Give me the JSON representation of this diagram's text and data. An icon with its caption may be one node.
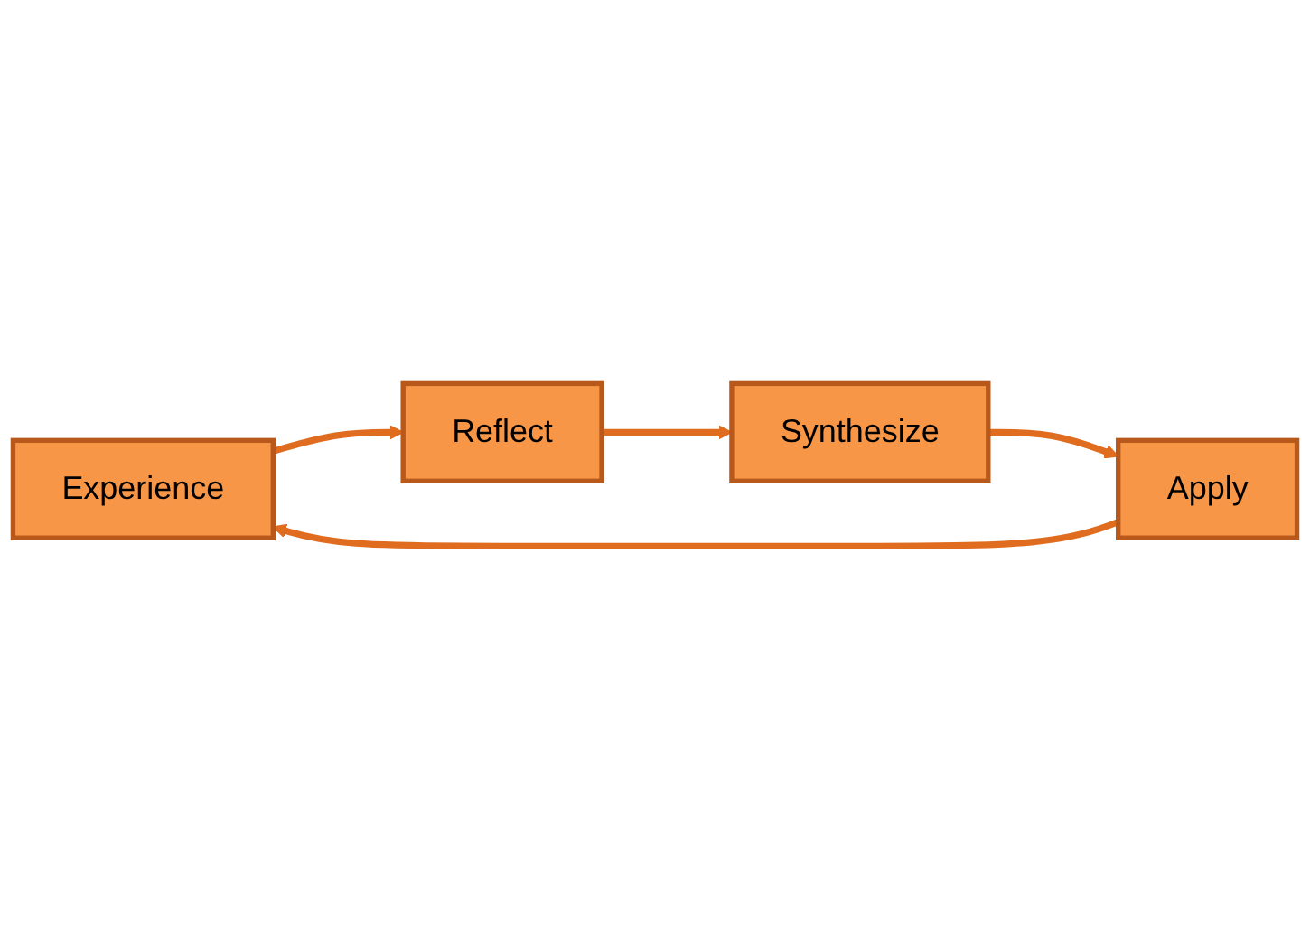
{
  "diagram": {
    "nodes": [
      {
        "text": [
          "Experience"
        ]
      },
      {
        "text": [
          "Reflect"
        ]
      },
      {
        "text": [
          "Synthesize"
        ]
      },
      {
        "text": [
          "Apply"
        ]
      }
    ],
    "edges": [
      {
        "from": 0,
        "to": 1,
        "arrow": "to"
      },
      {
        "from": 1,
        "to": 2,
        "arrow": "to"
      },
      {
        "from": 2,
        "to": 3,
        "arrow": "to"
      },
      {
        "from": 3,
        "to": 0,
        "arrow": "to"
      }
    ]
  }
}
